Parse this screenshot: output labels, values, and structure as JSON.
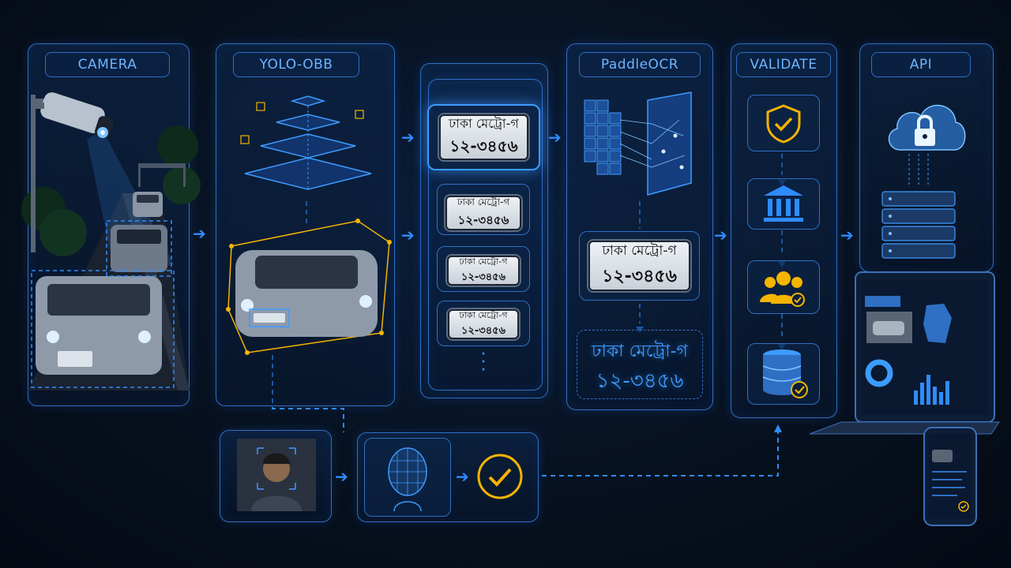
{
  "stages": {
    "camera": "CAMERA",
    "yolo": "YOLO-OBB",
    "ocr": "PaddleOCR",
    "validate": "VALIDATE",
    "api": "API"
  },
  "plate": {
    "line1": "ঢাকা মেট্রো-গ",
    "line2": "১২-৩৪৫৬"
  },
  "colors": {
    "accent": "#3d9bff",
    "border": "#2f6fc4",
    "check": "#f4b400",
    "background": "#07111f"
  },
  "icons": [
    "camera-icon",
    "shield-check-icon",
    "bank-icon",
    "users-check-icon",
    "database-check-icon",
    "cloud-lock-icon",
    "server-icon",
    "face-mesh-icon",
    "check-circle-icon",
    "laptop-dashboard-icon",
    "phone-dashboard-icon"
  ]
}
